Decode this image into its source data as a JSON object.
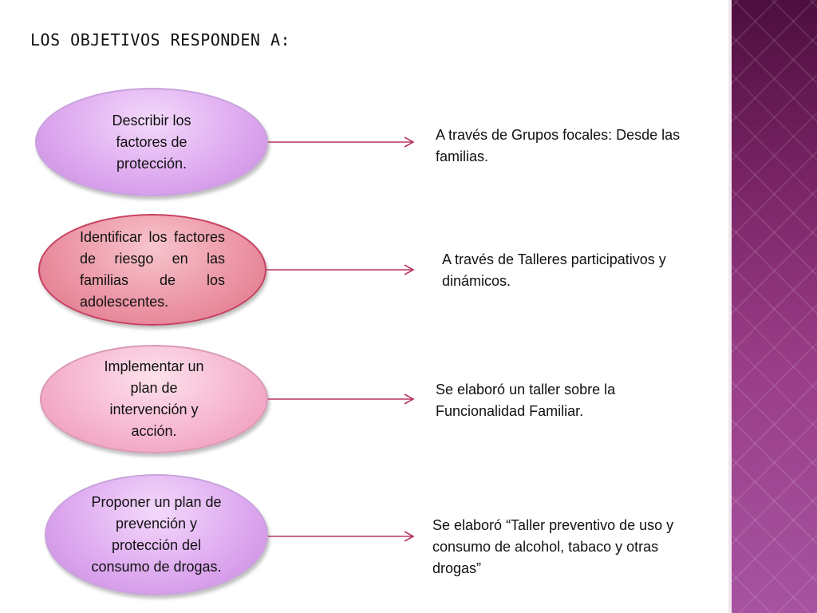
{
  "title": "LOS OBJETIVOS RESPONDEN A:",
  "colors": {
    "arrow": "#b83560",
    "sidebar_top": "#4d0e3e",
    "sidebar_bottom": "#a653a0"
  },
  "rows": [
    {
      "objective": "Describir los factores de protección.",
      "response": "A través de Grupos focales: Desde las familias."
    },
    {
      "objective": "Identificar los factores de riesgo en las familias de los adolescentes.",
      "response": "A través de Talleres participativos y dinámicos."
    },
    {
      "objective": "Implementar un plan de intervención y acción.",
      "response": "Se elaboró un taller sobre la Funcionalidad Familiar."
    },
    {
      "objective": "Proponer un plan de prevención y protección del consumo de drogas.",
      "response": "Se elaboró  “Taller preventivo de uso y consumo de alcohol, tabaco y otras drogas”"
    }
  ]
}
